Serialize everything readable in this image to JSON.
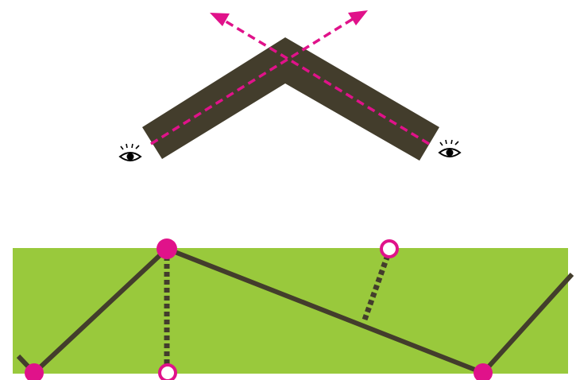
{
  "colors": {
    "background": "#ffffff",
    "wall": "#433d2c",
    "ray": "#e0128a",
    "ground": "#99c93c",
    "path": "#433d2c",
    "marker": "#e0128a",
    "eye": "#000000"
  },
  "icons": {
    "eye_left": "eye-icon",
    "eye_right": "eye-icon",
    "arrow_left": "arrow-up-left-icon",
    "arrow_right": "arrow-up-right-icon"
  },
  "markers": [
    {
      "name": "endpoint-bottom-left",
      "style": "filled"
    },
    {
      "name": "vertex-peak",
      "style": "filled"
    },
    {
      "name": "vertex-bottom-right",
      "style": "filled"
    },
    {
      "name": "projection-below-peak",
      "style": "hollow"
    },
    {
      "name": "projection-above-segment",
      "style": "hollow"
    }
  ]
}
